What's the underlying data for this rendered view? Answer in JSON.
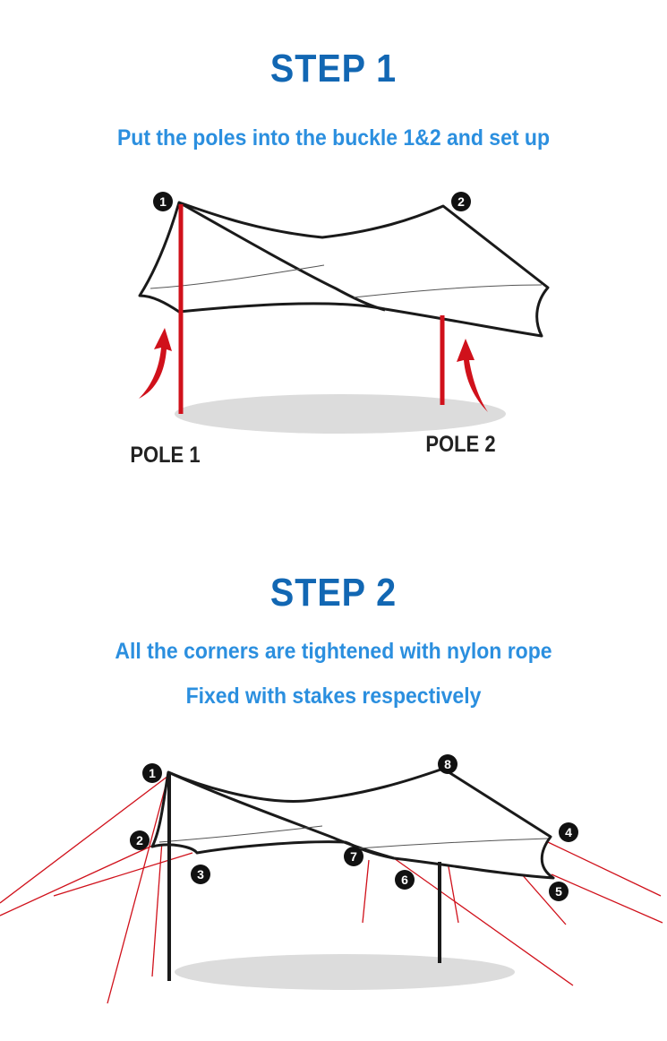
{
  "step1": {
    "title": "STEP 1",
    "subtitle": "Put the poles into the buckle 1&2 and set up",
    "pole1_label": "POLE 1",
    "pole2_label": "POLE 2",
    "markers": [
      "1",
      "2"
    ]
  },
  "step2": {
    "title": "STEP 2",
    "subtitle_line1": "All the corners are tightened with nylon rope",
    "subtitle_line2": "Fixed with stakes respectively",
    "markers": [
      "1",
      "2",
      "3",
      "4",
      "5",
      "6",
      "7",
      "8"
    ]
  },
  "colors": {
    "title": "#1267b3",
    "subtitle": "#2b8fdf",
    "pole_red": "#d0111b",
    "rope_red": "#d0111b",
    "outline": "#1a1a1a",
    "shadow": "#d9d9d9"
  }
}
